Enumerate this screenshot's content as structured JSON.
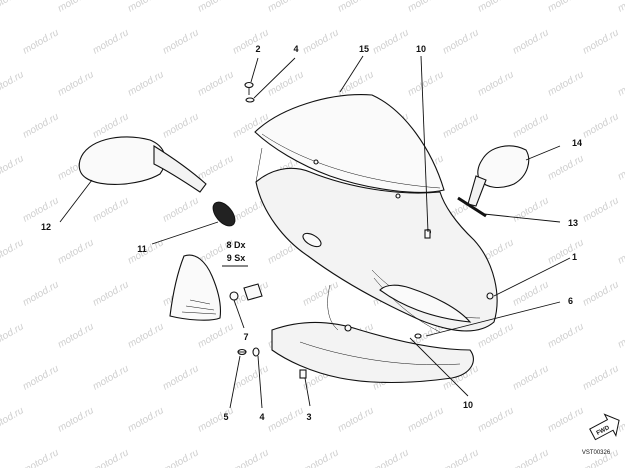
{
  "watermark": "motod.ru",
  "drawing_code": "VST00326",
  "fwd_label": "FWD",
  "callouts": {
    "c1": "1",
    "c2": "2",
    "c3": "3",
    "c4a": "4",
    "c4b": "4",
    "c5": "5",
    "c6": "6",
    "c7": "7",
    "c8": "8 Dx",
    "c9": "9 Sx",
    "c10a": "10",
    "c10b": "10",
    "c11": "11",
    "c12": "12",
    "c13": "13",
    "c14": "14",
    "c15": "15"
  }
}
